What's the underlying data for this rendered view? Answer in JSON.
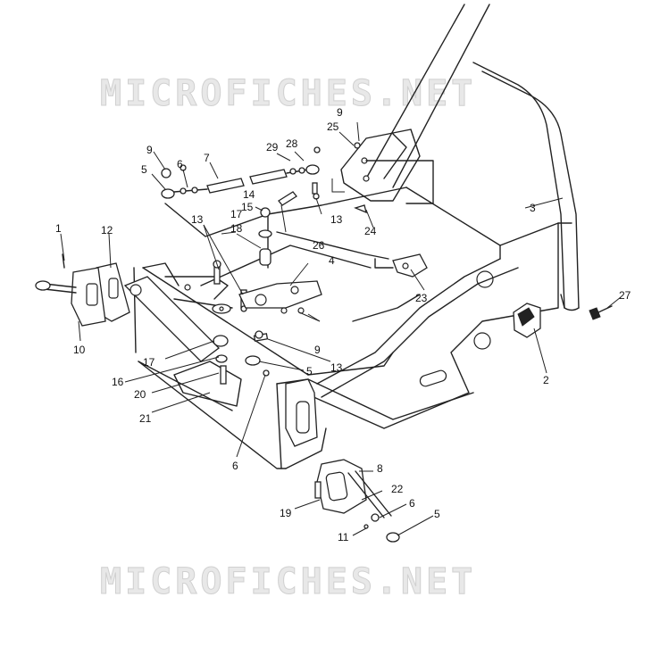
{
  "watermark": {
    "top": "MICROFICHES.NET",
    "bottom": "MICROFICHES.NET"
  },
  "callouts": {
    "c1": "1",
    "c2": "2",
    "c3": "3",
    "c4": "4",
    "c5a": "5",
    "c5b": "5",
    "c5c": "5",
    "c6a": "6",
    "c6b": "6",
    "c6c": "6",
    "c7": "7",
    "c8": "8",
    "c9a": "9",
    "c9b": "9",
    "c9c": "9",
    "c10": "10",
    "c11": "11",
    "c12": "12",
    "c13a": "13",
    "c13b": "13",
    "c13c": "13",
    "c14": "14",
    "c15": "15",
    "c16": "16",
    "c17a": "17",
    "c17b": "17",
    "c18": "18",
    "c19": "19",
    "c20": "20",
    "c21": "21",
    "c22": "22",
    "c23": "23",
    "c24": "24",
    "c25": "25",
    "c26": "26",
    "c27": "27",
    "c28": "28",
    "c29": "29"
  }
}
